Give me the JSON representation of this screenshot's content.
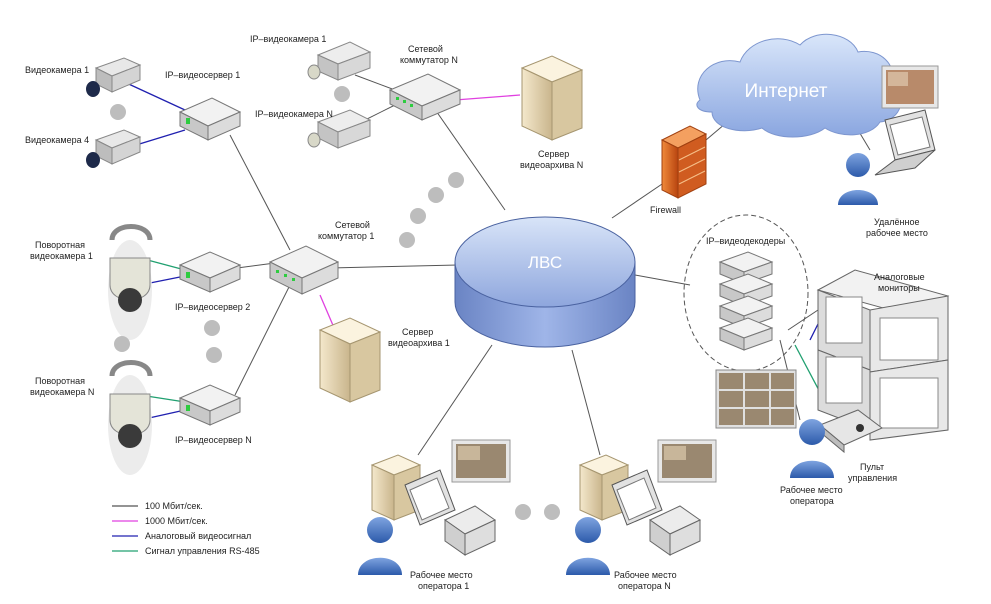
{
  "labels": {
    "camera_1": "Видеокамера 1",
    "camera_4": "Видеокамера 4",
    "ip_server_1": "IP–видеосервер 1",
    "ip_camera_1": "IP–видеокамера 1",
    "ip_camera_n": "IP–видеокамера N",
    "switch_n_line1": "Сетевой",
    "switch_n_line2": "коммутатор N",
    "archive_n_line1": "Сервер",
    "archive_n_line2": "видеоархива N",
    "internet": "Интернет",
    "firewall": "Firewall",
    "remote_line1": "Удалённое",
    "remote_line2": "рабочее место",
    "ptz_1_line1": "Поворотная",
    "ptz_1_line2": "видеокамера 1",
    "ip_server_2": "IP–видеосервер 2",
    "switch_1_line1": "Сетевой",
    "switch_1_line2": "коммутатор 1",
    "lan": "ЛВС",
    "decoders": "IP–видеодекодеры",
    "analog_line1": "Аналоговые",
    "analog_line2": "мониторы",
    "archive_1_line1": "Сервер",
    "archive_1_line2": "видеоархива 1",
    "ptz_n_line1": "Поворотная",
    "ptz_n_line2": "видеокамера N",
    "ip_server_n": "IP–видеосервер N",
    "console_line1": "Пульт",
    "console_line2": "управления",
    "operator_ws_line1": "Рабочее место",
    "operator_ws_line2": "оператора",
    "ws_1_line1": "Рабочее место",
    "ws_1_line2": "оператора 1",
    "ws_n_line1": "Рабочее место",
    "ws_n_line2": "оператора N"
  },
  "legend": {
    "items": [
      {
        "label": "100 Мбит/сек.",
        "color": "#555555"
      },
      {
        "label": "1000 Мбит/сек.",
        "color": "#e040e0"
      },
      {
        "label": "Аналоговый видеосигнал",
        "color": "#2020b0"
      },
      {
        "label": "Сигнал управления RS-485",
        "color": "#20a070"
      }
    ]
  }
}
